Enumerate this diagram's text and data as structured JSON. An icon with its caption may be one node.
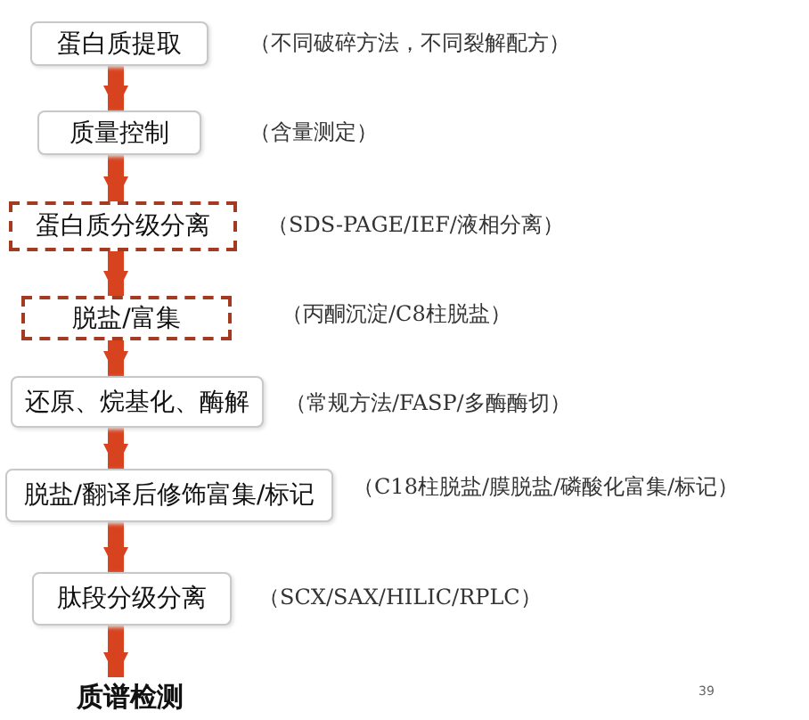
{
  "diagram": {
    "nodes": [
      {
        "text": [
          "蛋白质提取"
        ],
        "beside": [
          "（不同破碎方法，不同裂解配方）"
        ]
      },
      {
        "text": [
          "质量控制"
        ],
        "beside": [
          "（含量测定）"
        ]
      },
      {
        "text": [
          "蛋白质分级分离"
        ],
        "beside": [
          "（SDS-PAGE/IEF/液相分离）"
        ]
      },
      {
        "text": [
          "脱盐/富集"
        ],
        "beside": [
          "（丙酮沉淀/C8柱脱盐）"
        ]
      },
      {
        "text": [
          "还原、烷基化、酶解"
        ],
        "beside": [
          "（常规方法/FASP/多酶酶切）"
        ]
      },
      {
        "text": [
          "脱盐/翻译后修饰富集/标记"
        ],
        "beside": [
          "（C18柱脱盐/膜脱盐/磷酸化富集/标记）"
        ]
      },
      {
        "text": [
          "肽段分级分离"
        ],
        "beside": [
          "（SCX/SAX/HILIC/RPLC）"
        ]
      },
      {
        "text": [
          "质谱检测"
        ]
      }
    ],
    "edges": [
      {
        "from": 0,
        "to": 1,
        "arrow": "to"
      },
      {
        "from": 1,
        "to": 2,
        "arrow": "to"
      },
      {
        "from": 2,
        "to": 3,
        "arrow": "to"
      },
      {
        "from": 3,
        "to": 4,
        "arrow": "to"
      },
      {
        "from": 4,
        "to": 5,
        "arrow": "to"
      },
      {
        "from": 5,
        "to": 6,
        "arrow": "to"
      },
      {
        "from": 6,
        "to": 7,
        "arrow": "to"
      }
    ],
    "labels": [
      "39"
    ]
  }
}
